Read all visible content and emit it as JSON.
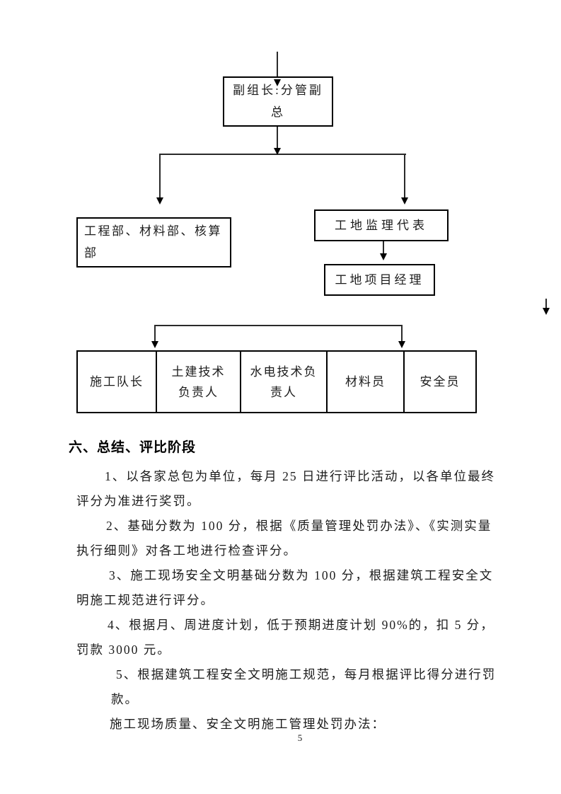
{
  "diagram": {
    "boxes": {
      "deputy_leader": [
        "副组长:分管副",
        "总"
      ],
      "departments": [
        "工程部、材料部、核算",
        "部"
      ],
      "site_supervisor": "工地监理代表",
      "site_manager": "工地项目经理"
    }
  },
  "table": {
    "cells": [
      [
        "施工队长"
      ],
      [
        "土建技术",
        "负责人"
      ],
      [
        "水电技术负",
        "责人"
      ],
      [
        "材料员"
      ],
      [
        "安全员"
      ]
    ]
  },
  "section": {
    "heading": "六、总结、评比阶段",
    "lines": [
      "1、以各家总包为单位，每月 25 日进行评比活动，以各单位最终",
      "评分为准进行奖罚。",
      "2、基础分数为 100 分，根据《质量管理处罚办法》、《实测实量",
      "执行细则》对各工地进行检查评分。",
      "3、施工现场安全文明基础分数为 100 分，根据建筑工程安全文",
      "明施工规范进行评分。",
      "4、根据月、周进度计划，低于预期进度计划 90%的，扣 5 分，",
      "罚款 3000 元。",
      "5、根据建筑工程安全文明施工规范，每月根据评比得分进行罚",
      "款。",
      "施工现场质量、安全文明施工管理处罚办法："
    ]
  },
  "footer": {
    "page_number": "5"
  },
  "colors": {
    "ink": "#000000",
    "page_bg": "#ffffff"
  }
}
